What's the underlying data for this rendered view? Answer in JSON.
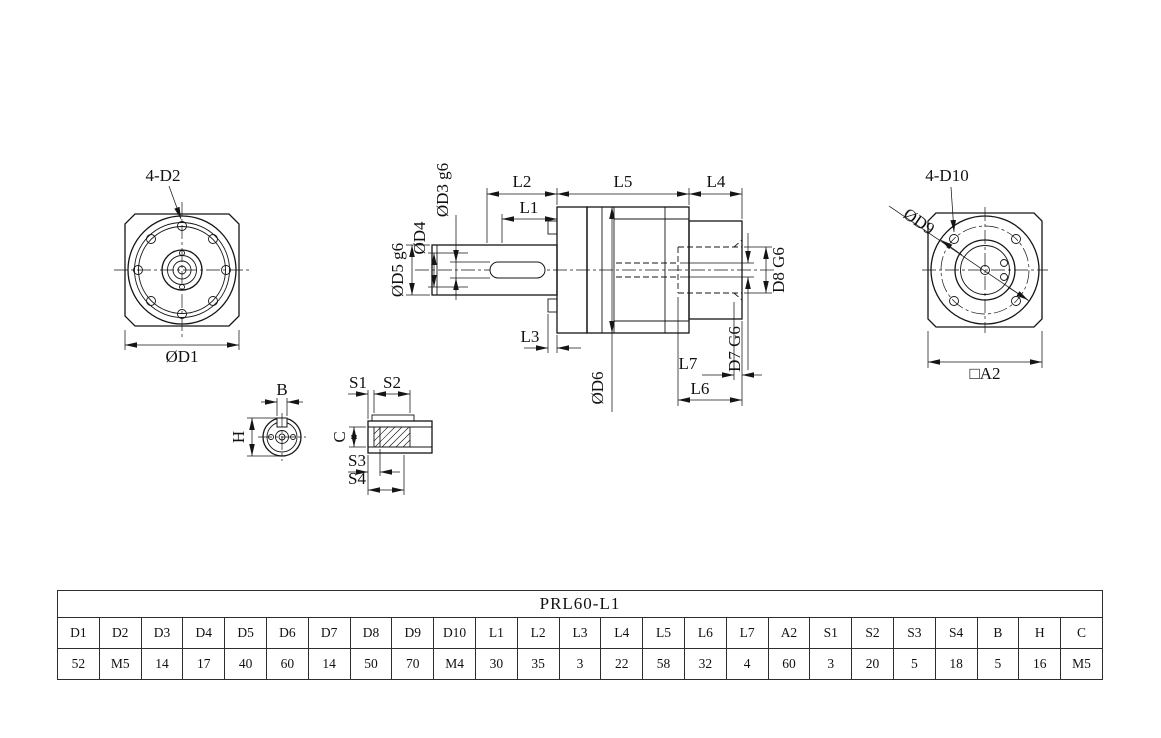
{
  "labels": {
    "front_holes": "4-D2",
    "front_dia": "ØD1",
    "l1": "L1",
    "l2": "L2",
    "l3": "L3",
    "l4": "L4",
    "l5": "L5",
    "l6": "L6",
    "l7": "L7",
    "d3": "ØD3 g6",
    "d4": "ØD4",
    "d5": "ØD5 g6",
    "d6": "ØD6",
    "d7": "D7 G6",
    "d8": "D8 G6",
    "rear_holes": "4-D10",
    "rear_dia": "ØD9",
    "rear_square": "□A2",
    "b": "B",
    "h": "H",
    "c": "C",
    "s1": "S1",
    "s2": "S2",
    "s3": "S3",
    "s4": "S4"
  },
  "table": {
    "title": "PRL60-L1",
    "headers": [
      "D1",
      "D2",
      "D3",
      "D4",
      "D5",
      "D6",
      "D7",
      "D8",
      "D9",
      "D10",
      "L1",
      "L2",
      "L3",
      "L4",
      "L5",
      "L6",
      "L7",
      "A2",
      "S1",
      "S2",
      "S3",
      "S4",
      "B",
      "H",
      "C"
    ],
    "values": [
      "52",
      "M5",
      "14",
      "17",
      "40",
      "60",
      "14",
      "50",
      "70",
      "M4",
      "30",
      "35",
      "3",
      "22",
      "58",
      "32",
      "4",
      "60",
      "3",
      "20",
      "5",
      "18",
      "5",
      "16",
      "M5"
    ]
  }
}
